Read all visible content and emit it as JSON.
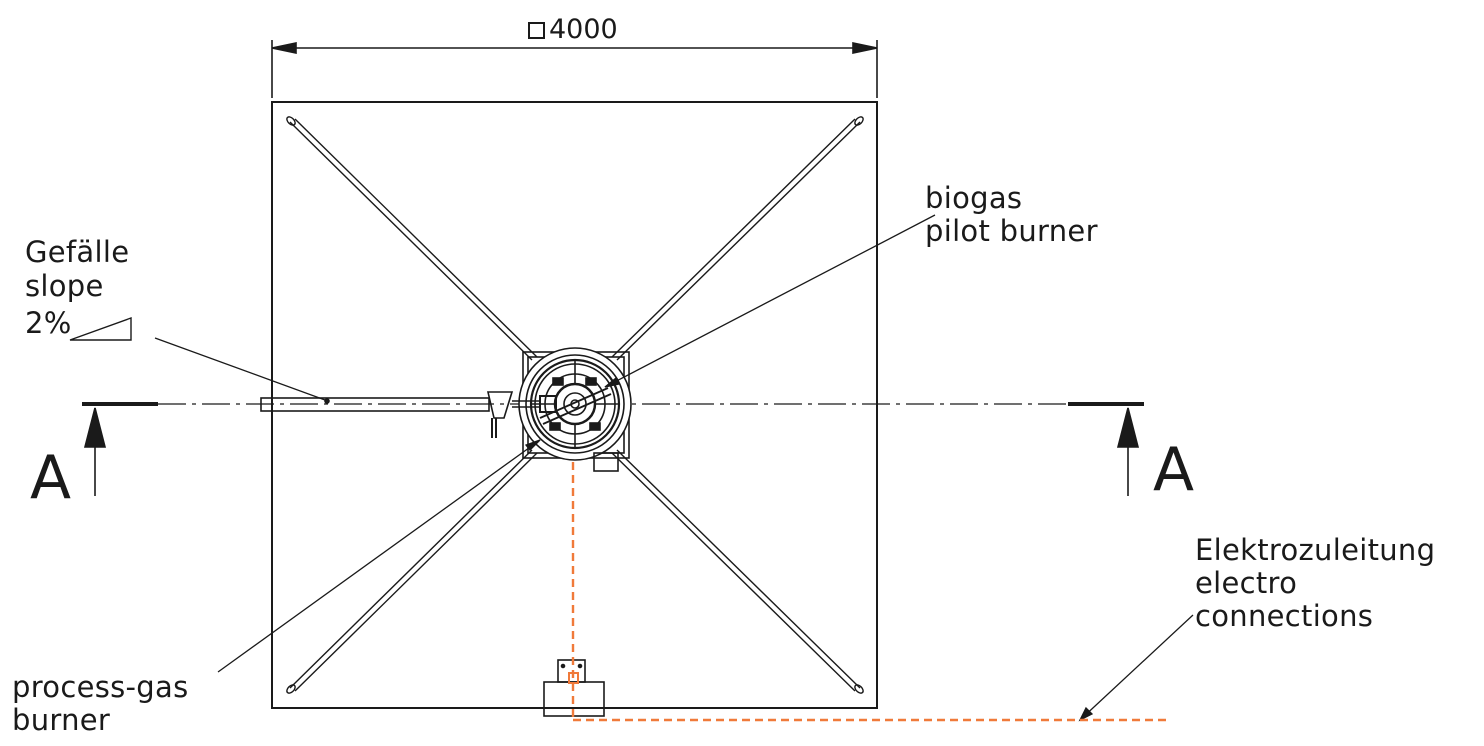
{
  "dimension": {
    "symbol": "square",
    "value": "4000"
  },
  "section_markers": {
    "left": "A",
    "right": "A"
  },
  "labels": {
    "biogas_pilot_burner": [
      "biogas",
      "pilot burner"
    ],
    "slope": [
      "Gefälle",
      "slope",
      "2%"
    ],
    "process_gas_burner": [
      "process-gas",
      "burner"
    ],
    "electro_connections": [
      "Elektrozuleitung",
      "electro",
      "connections"
    ]
  },
  "colors": {
    "line": "#1a1a1a",
    "electro_cable": "#f07a3a"
  }
}
